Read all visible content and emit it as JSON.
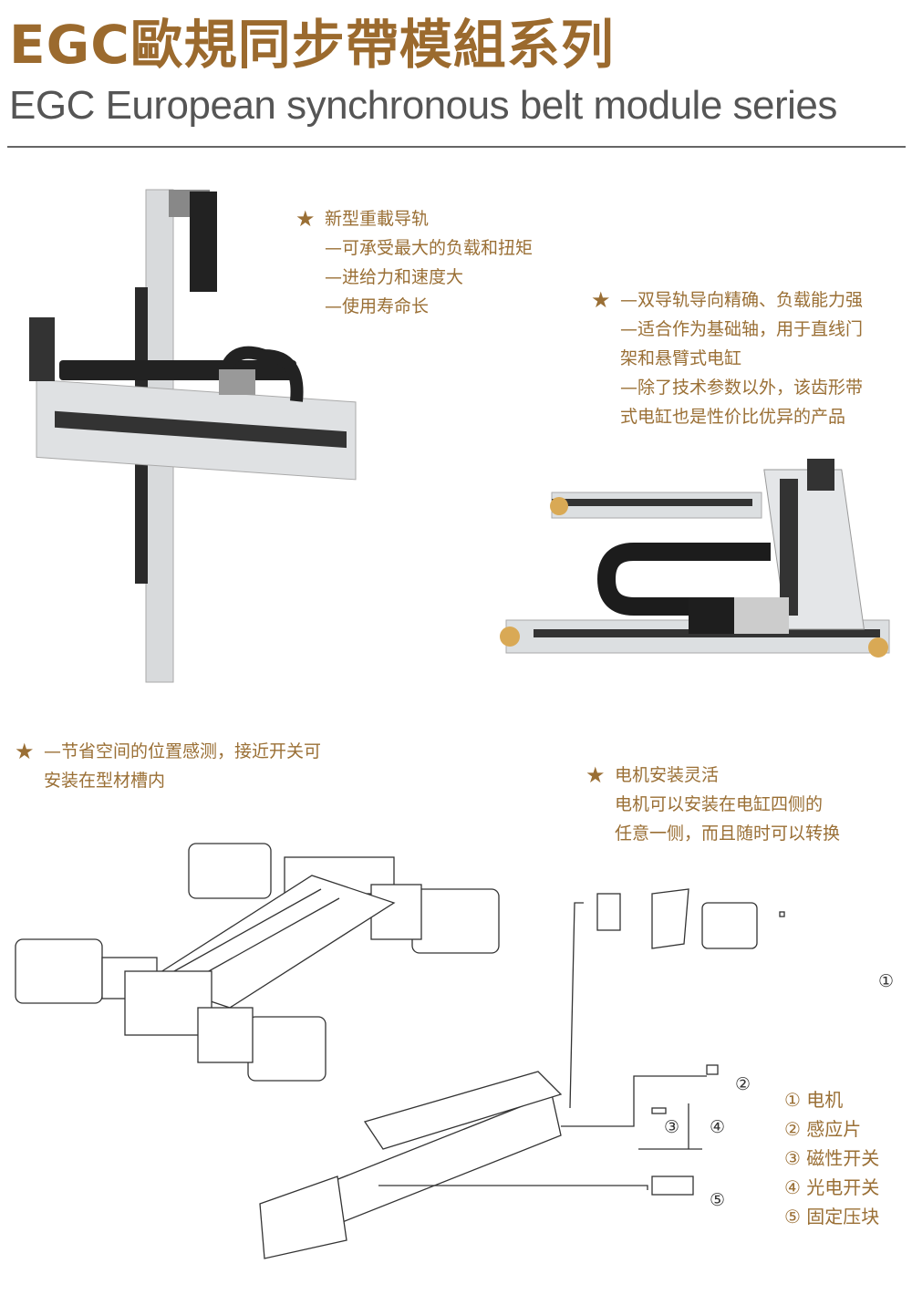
{
  "header": {
    "title_cn": "EGC歐規同步帶模組系列",
    "title_en": "EGC European synchronous belt module series"
  },
  "features": [
    {
      "lines": [
        "新型重載导轨",
        "—可承受最大的负载和扭矩",
        "—进给力和速度大",
        "—使用寿命长"
      ]
    },
    {
      "lines": [
        "—双导轨导向精确、负载能力强",
        "—适合作为基础轴，用于直线门",
        "架和悬臂式电缸",
        "—除了技术参数以外，该齿形带",
        "式电缸也是性价比优异的产品"
      ]
    },
    {
      "lines": [
        "—节省空间的位置感测，接近开关可",
        "安装在型材槽内"
      ]
    },
    {
      "lines": [
        "电机安装灵活",
        "电机可以安装在电缸四侧的",
        "任意一侧，而且随时可以转换"
      ]
    }
  ],
  "callouts": [
    "①",
    "②",
    "③",
    "④",
    "⑤"
  ],
  "legend": [
    "① 电机",
    "② 感应片",
    "③ 磁性开关",
    "④ 光电开关",
    "⑤ 固定压块"
  ],
  "colors": {
    "accent": "#9a6f35",
    "title": "#9b6a2e"
  }
}
